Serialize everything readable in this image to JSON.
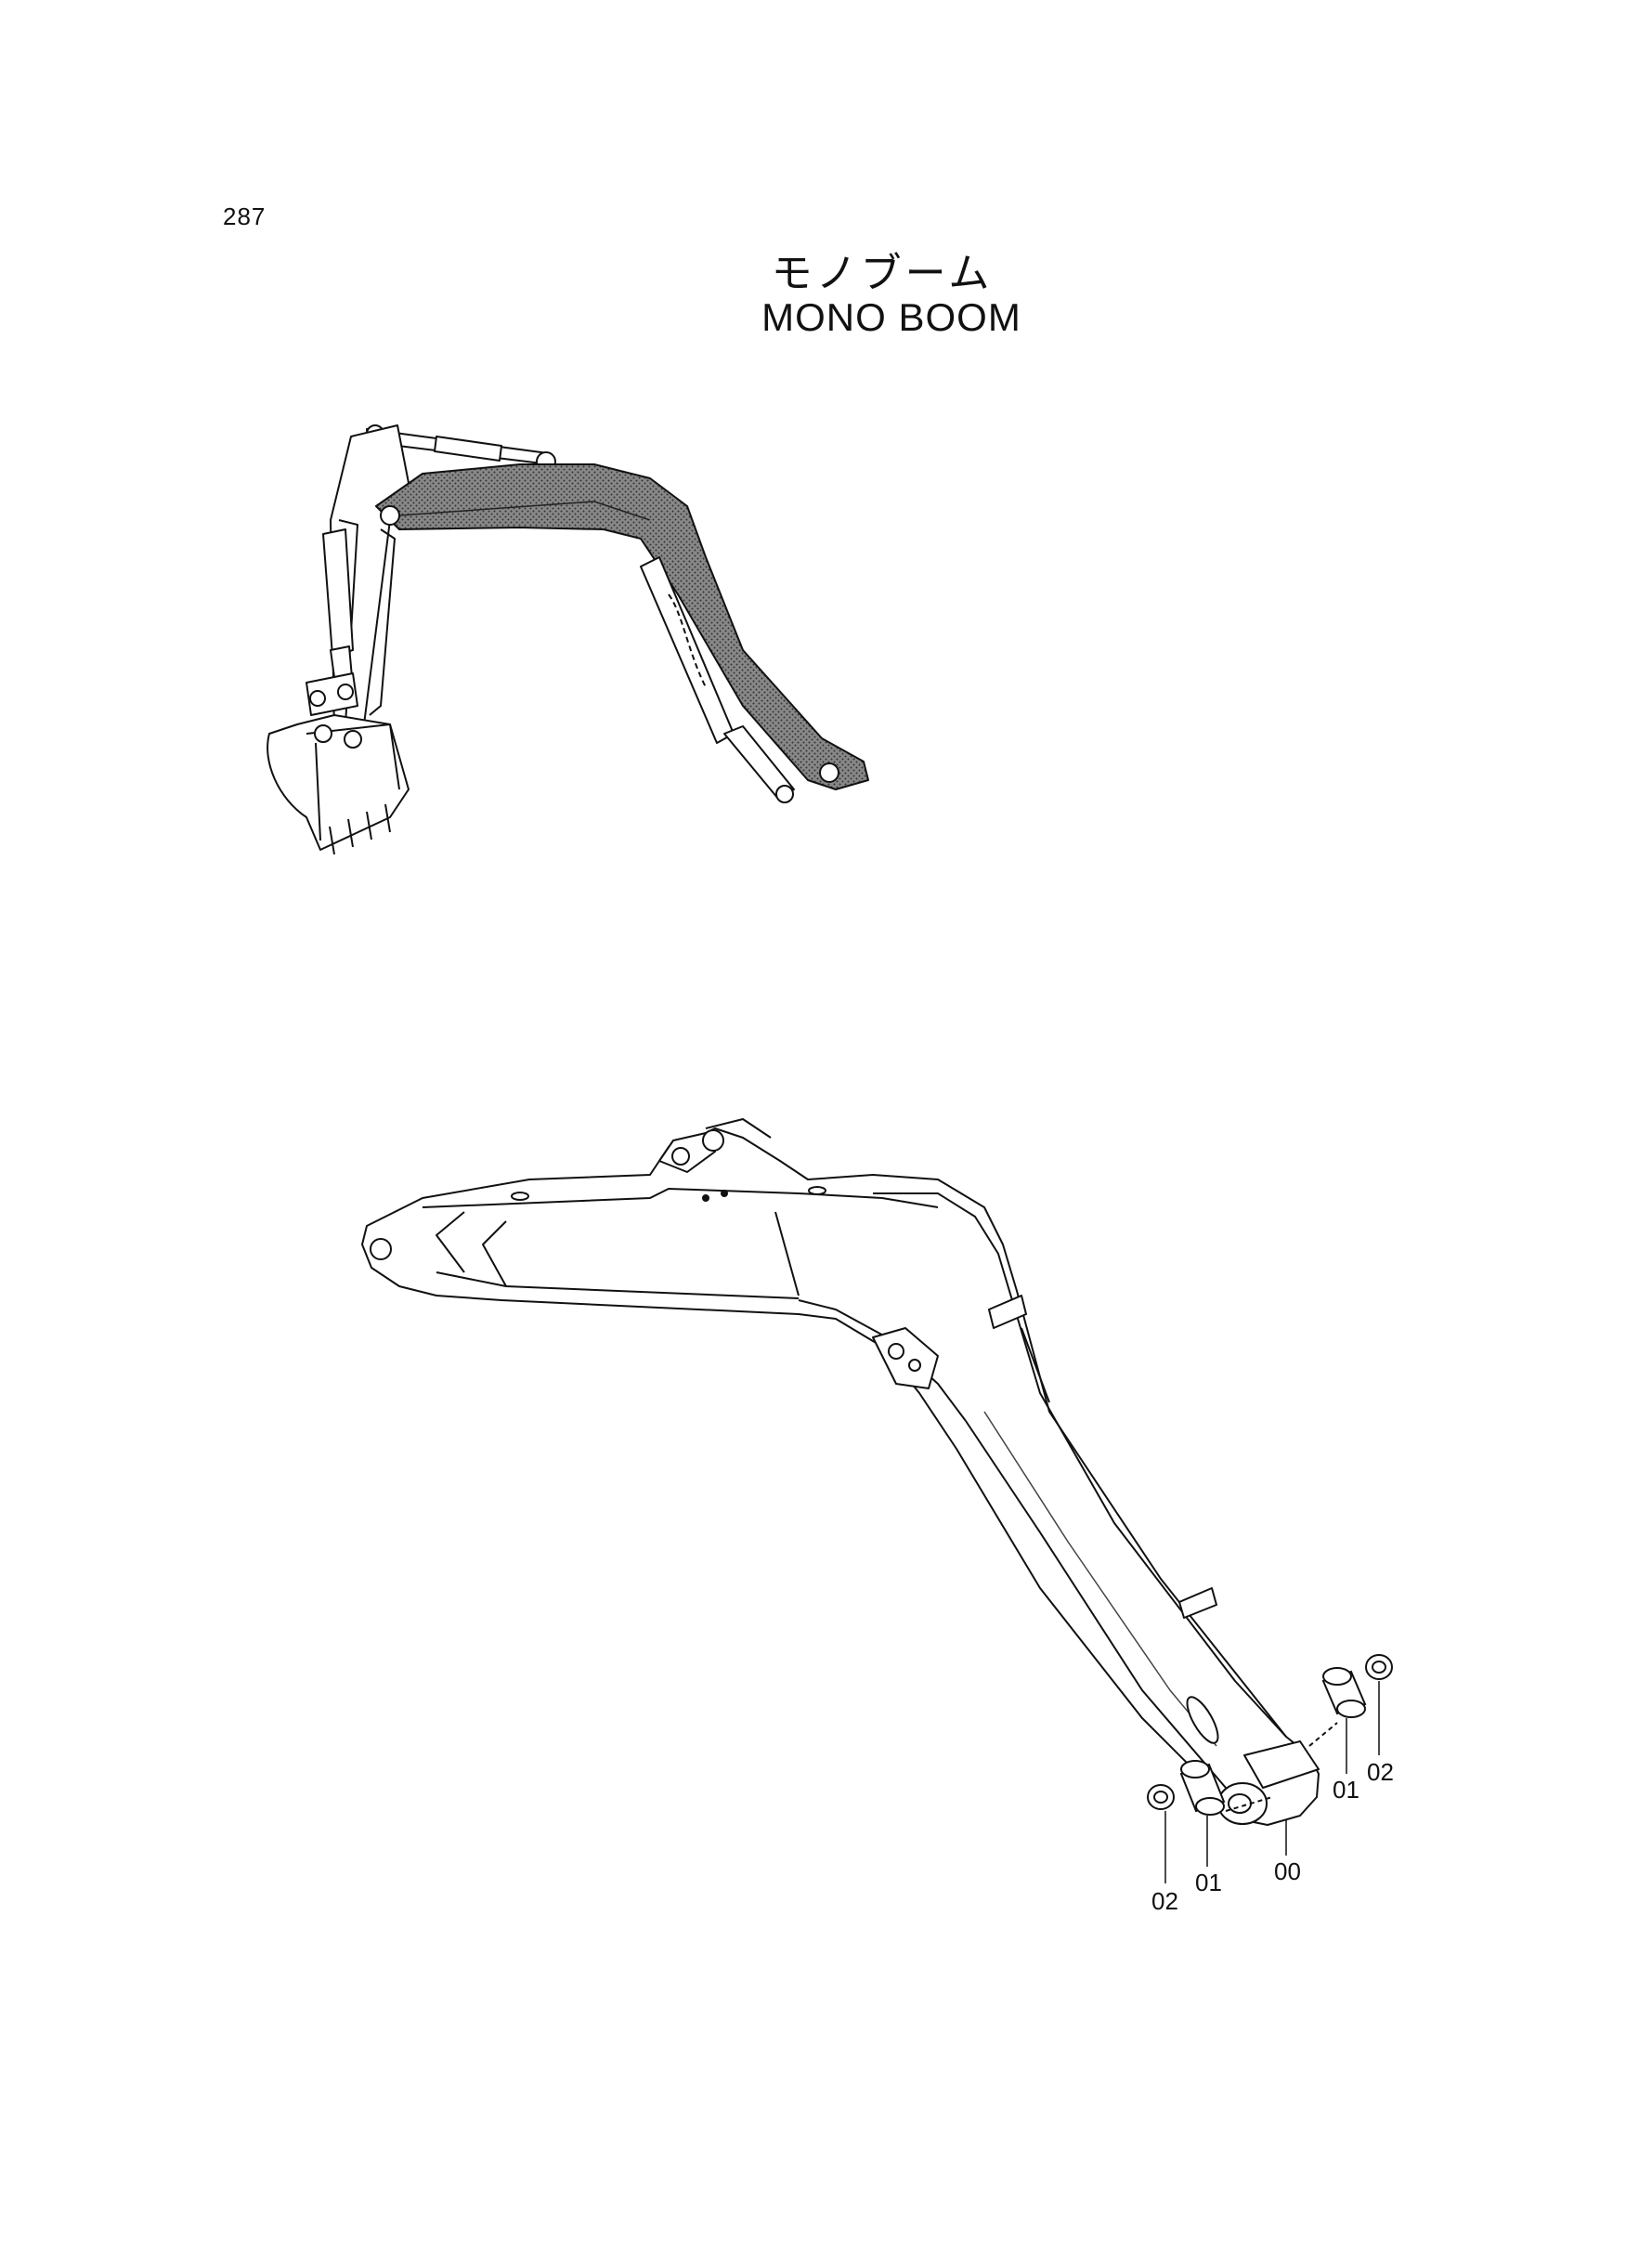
{
  "page": {
    "number": "287"
  },
  "title": {
    "japanese": "モノブーム",
    "english": "MONO BOOM"
  },
  "callouts": [
    {
      "id": "00",
      "label": "00"
    },
    {
      "id": "01-right",
      "label": "01"
    },
    {
      "id": "02-right",
      "label": "02"
    },
    {
      "id": "01-left",
      "label": "01"
    },
    {
      "id": "02-left",
      "label": "02"
    }
  ],
  "colors": {
    "ink": "#111111",
    "highlight": "#555555",
    "paper": "#ffffff"
  }
}
